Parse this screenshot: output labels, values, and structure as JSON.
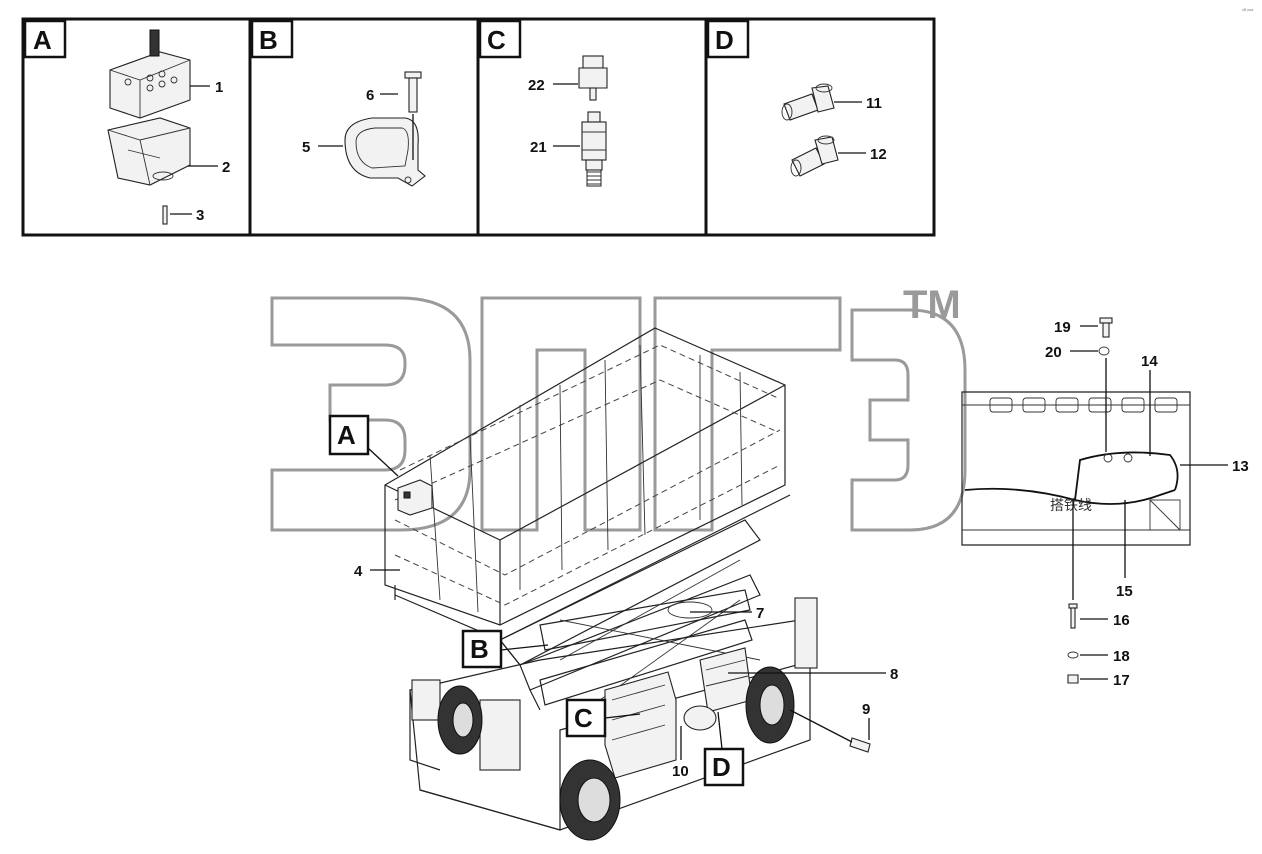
{
  "corner_mark": "ᵒᴰ ᵖᵒᵃ",
  "watermark": {
    "text": "3ΠΓЭ",
    "tm": "TM"
  },
  "detail_boxes": [
    {
      "id": "A",
      "label": "A",
      "callouts": [
        "1",
        "2",
        "3"
      ]
    },
    {
      "id": "B",
      "label": "B",
      "callouts": [
        "6",
        "5"
      ]
    },
    {
      "id": "C",
      "label": "C",
      "callouts": [
        "22",
        "21"
      ]
    },
    {
      "id": "D",
      "label": "D",
      "callouts": [
        "11",
        "12"
      ]
    }
  ],
  "main_view": {
    "view_labels": [
      "A",
      "B",
      "C",
      "D"
    ],
    "callouts": [
      "4",
      "7",
      "8",
      "9",
      "10"
    ]
  },
  "side_view": {
    "annotation": "搭铁线",
    "callouts": [
      "19",
      "20",
      "14",
      "13",
      "15",
      "16",
      "18",
      "17"
    ]
  }
}
